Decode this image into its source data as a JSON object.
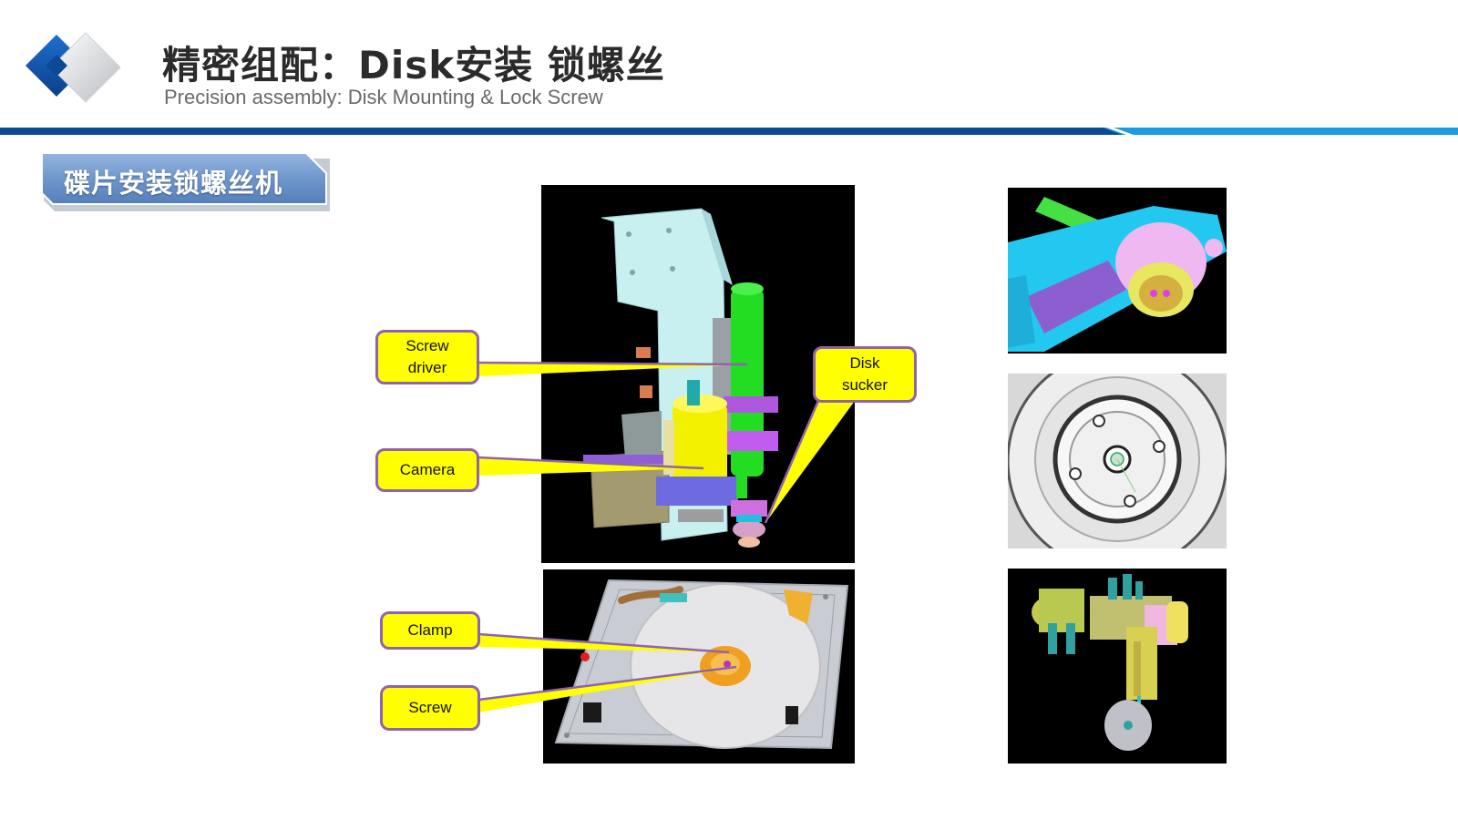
{
  "header": {
    "title_cn": "精密组配：Disk安装 锁螺丝",
    "title_en": "Precision assembly: Disk Mounting & Lock Screw"
  },
  "section": {
    "label": "碟片安装锁螺丝机"
  },
  "callouts": {
    "screw_driver": "Screw\ndriver",
    "camera": "Camera",
    "disk_sucker": "Disk\nsucker",
    "clamp": "Clamp",
    "screw": "Screw"
  },
  "colors": {
    "header_bar_dark": "#0d4a96",
    "header_bar_light": "#1b9be0",
    "callout_fill": "#ffff00",
    "callout_border": "#8e64ad",
    "tag_fill": "#6f97cc"
  }
}
